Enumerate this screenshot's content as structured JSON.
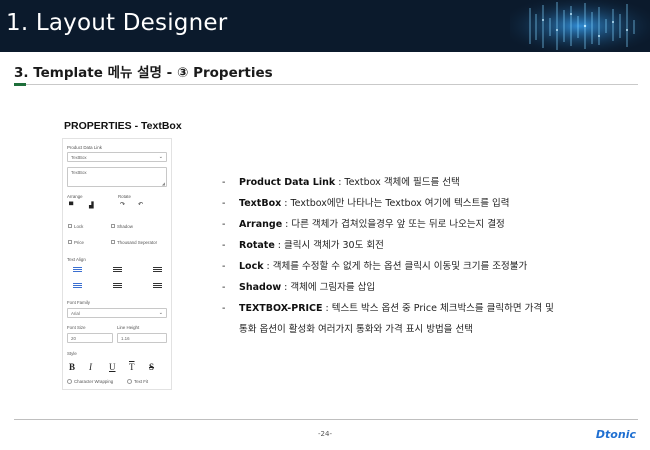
{
  "header": {
    "title": "1. Layout Designer"
  },
  "section": {
    "title": "3.  Template 메뉴 설명 - ③ Properties"
  },
  "properties_heading": "PROPERTIES  - TextBox",
  "panel": {
    "product_data_link_label": "Product Data Link",
    "product_data_link_value": "TextBox",
    "textbox_value": "TextBox",
    "arrange_label": "Arrange",
    "rotate_label": "Rotate",
    "lock_label": "Lock",
    "shadow_label": "Shadow",
    "price_label": "Price",
    "thousand_separator_label": "Thousand Seperator",
    "text_align_label": "Text Align",
    "font_family_label": "Font Family",
    "font_family_value": "Arial",
    "font_size_label": "Font Size",
    "font_size_value": "20",
    "line_height_label": "Line Height",
    "line_height_value": "1.16",
    "style_label": "Style",
    "style_bold": "B",
    "style_italic": "I",
    "style_underline": "U",
    "style_overline": "T",
    "style_strike": "S",
    "character_wrapping_label": "Character Wrapping",
    "text_fit_label": "Text Fit"
  },
  "descriptions": [
    {
      "term": "Product Data Link",
      "text": " : Textbox 객체에 필드를 선택"
    },
    {
      "term": "TextBox",
      "text": " : Textbox에만 나타나는 Textbox 여기에 텍스트를 입력"
    },
    {
      "term": "Arrange",
      "text": " : 다른 객체가 겹쳐있을경우 앞 또는 뒤로 나오는지 결정"
    },
    {
      "term": "Rotate",
      "text": " : 클릭시 객체가 30도 회전"
    },
    {
      "term": "Lock",
      "text": " : 객체를 수정할 수 없게 하는 옵션 클릭시 이동및 크기를 조정불가"
    },
    {
      "term": "Shadow",
      "text": " : 객체에 그림자를 삽입"
    },
    {
      "term": "TEXTBOX-PRICE",
      "text": " : 텍스트 박스 옵션 중 Price 체크박스를 클릭하면 가격 및"
    }
  ],
  "description_continuation": "통화 옵션이 활성화 여러가지 통화와 가격 표시 방법을 선택",
  "footer": {
    "page_number": "-24-",
    "logo": "Dtonic"
  },
  "colors": {
    "header_bg": "#0b1a2c",
    "accent_green": "#1e6e3a",
    "logo_blue": "#1f6fd1",
    "align_blue": "#3b6fd0"
  }
}
